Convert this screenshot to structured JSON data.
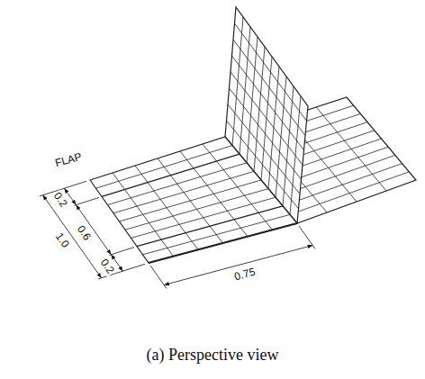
{
  "diagram": {
    "caption": "(a) Perspective view",
    "labels": [
      "FLAP",
      "0.2",
      "0.6",
      "0.2",
      "1.0",
      "0.75"
    ]
  }
}
